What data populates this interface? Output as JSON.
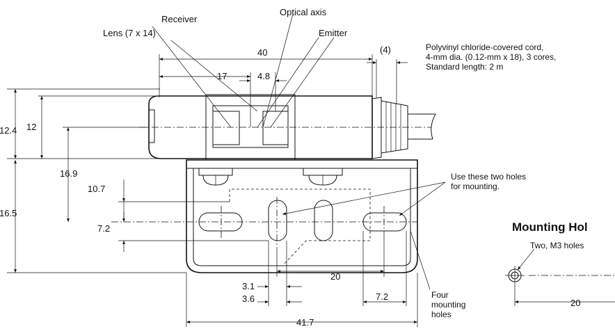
{
  "labels": {
    "receiver": "Receiver",
    "optical_axis": "Optical axis",
    "lens": "Lens (7 x 14)",
    "emitter": "Emitter",
    "cord_line1": "Polyvinyl chloride-covered cord,",
    "cord_line2": "4-mm dia. (0.12-mm x 18), 3 cores,",
    "cord_line3": "Standard length: 2 m",
    "use_holes_line1": "Use these two holes",
    "use_holes_line2": "for mounting.",
    "mounting_title": "Mounting Hol",
    "two_m3": "Two, M3 holes",
    "four_line1": "Four",
    "four_line2": "mounting",
    "four_line3": "holes"
  },
  "dimensions": {
    "d40": "40",
    "d4": "(4)",
    "d17": "17",
    "d4_8": "4.8",
    "d12_4": "12.4",
    "d12": "12",
    "d16_9": "16.9",
    "d10_7": "10.7",
    "d16_5": "16.5",
    "d7_2_left": "7.2",
    "d20": "20",
    "d3_1": "3.1",
    "d3_6": "3.6",
    "d7_2_bottom": "7.2",
    "d41_7": "41.7",
    "d20_mount": "20"
  }
}
